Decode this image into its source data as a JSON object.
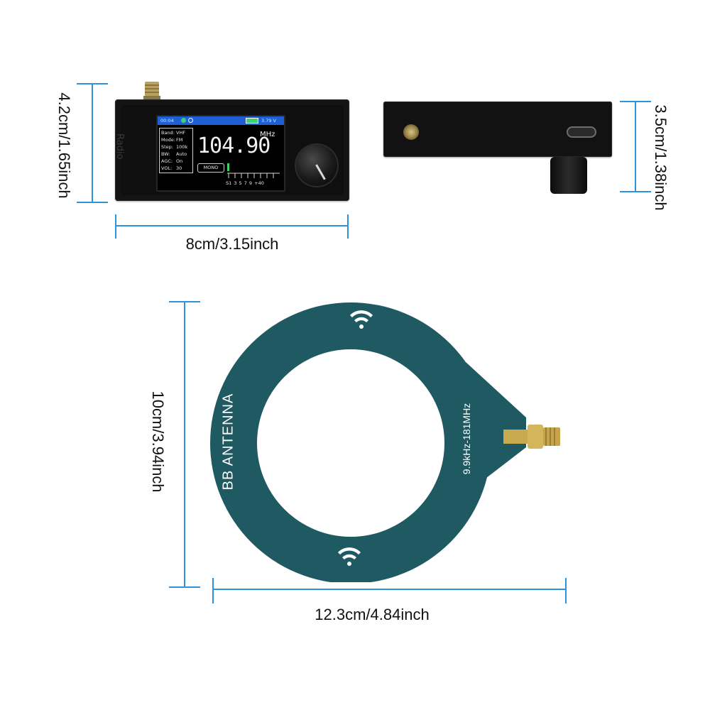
{
  "dimensions": {
    "front_height": "4.2cm/1.65inch",
    "front_width": "8cm/3.15inch",
    "side_height": "3.5cm/1.38inch",
    "antenna_height": "10cm/3.94inch",
    "antenna_width": "12.3cm/4.84inch"
  },
  "radio": {
    "brand": "Radio",
    "screen": {
      "time": "00:04",
      "battery": "3.79 V",
      "settings": [
        {
          "key": "Band:",
          "value": "VHF"
        },
        {
          "key": "Mode:",
          "value": "FM"
        },
        {
          "key": "Step:",
          "value": "100k"
        },
        {
          "key": "BW:",
          "value": "Auto"
        },
        {
          "key": "AGC:",
          "value": "On"
        },
        {
          "key": "VOL:",
          "value": "30"
        }
      ],
      "frequency": "104.90",
      "unit": "MHz",
      "mode_badge": "MONO",
      "scale": "S1 3 5 7 9 +40"
    }
  },
  "antenna": {
    "name": "BB ANTENNA",
    "range": "9.9kHz-181MHz",
    "color": "#1f5a63"
  },
  "colors": {
    "dimension_lines": "#2f93d9",
    "screen_topbar": "#1e5fd6"
  }
}
